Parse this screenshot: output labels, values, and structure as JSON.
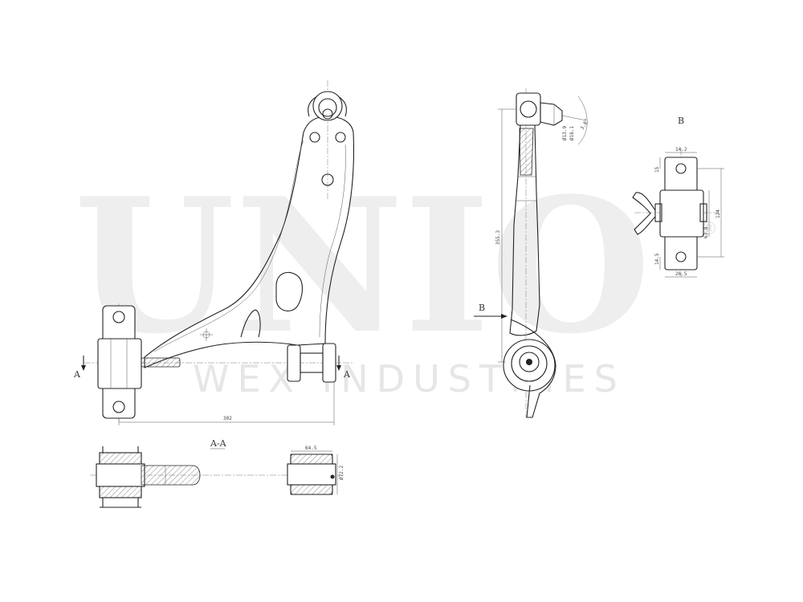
{
  "watermark": {
    "brand": "UNIO",
    "subtitle": "WEX INDUSTRIES",
    "registered": "®"
  },
  "labels": {
    "section_marker_left": "A",
    "section_marker_right": "A",
    "view_arrow": "B",
    "view_title": "B",
    "section_title": "A-A"
  },
  "dimensions": {
    "overall_length": "302",
    "side_height": "355.3",
    "ball_pin_1": "Ø13.9",
    "ball_pin_2": "Ø16.1",
    "ball_angle": "3.8°",
    "bush_width_top": "14.2",
    "bush_width_bottom": "26.5",
    "bush_offset_top": "15",
    "bush_offset_bottom": "14.5",
    "bush_height": "124",
    "bush_inner": "63.8",
    "rear_bush_length": "64.5",
    "rear_bush_dia": "Ø72.2"
  }
}
